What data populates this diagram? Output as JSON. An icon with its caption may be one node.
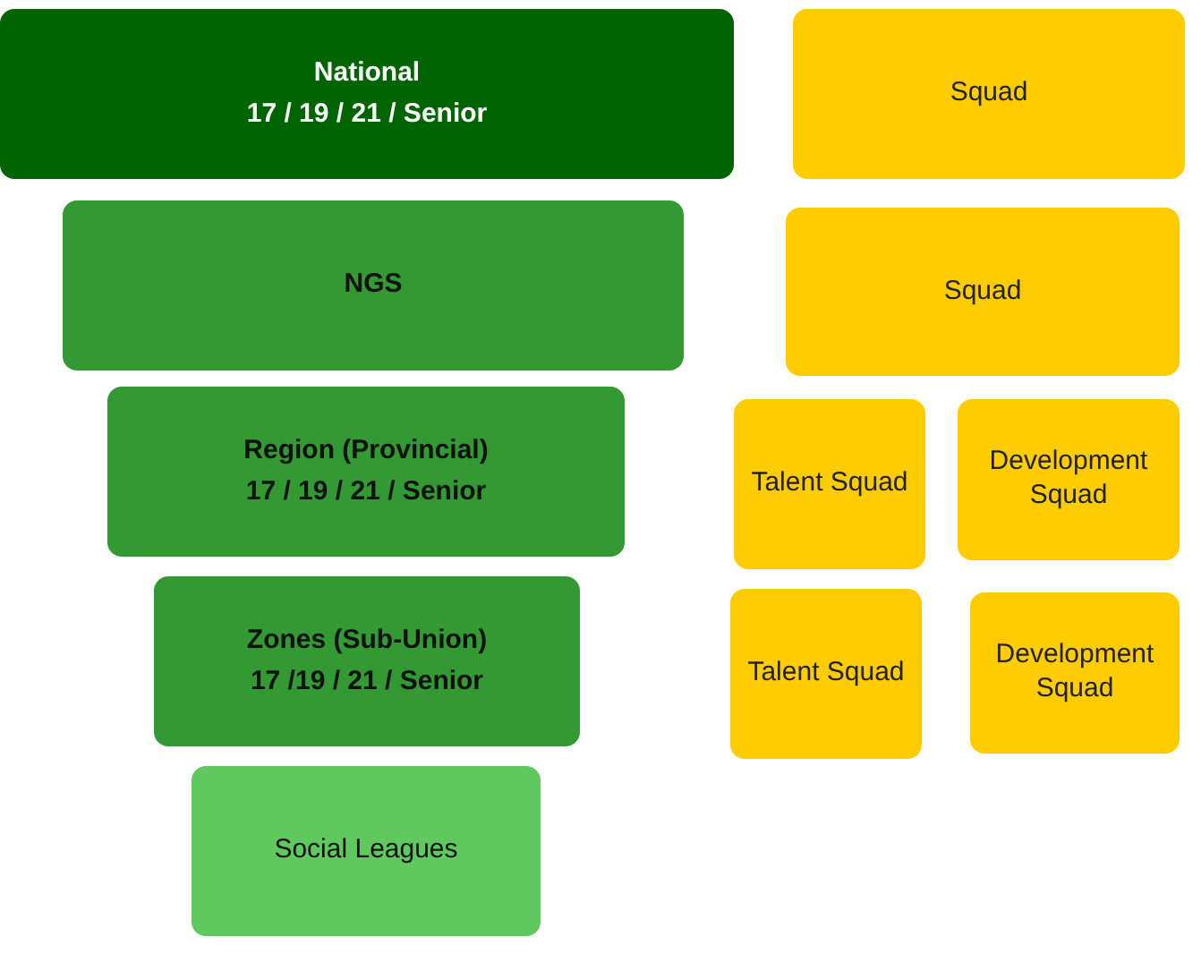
{
  "diagram": {
    "nodes": [
      {
        "text": [
          "National",
          "17 / 19 / 21 / Senior"
        ]
      },
      {
        "text": [
          "Squad"
        ]
      },
      {
        "text": [
          "NGS"
        ]
      },
      {
        "text": [
          "Squad"
        ]
      },
      {
        "text": [
          "Region (Provincial)",
          "17 / 19 / 21 / Senior"
        ]
      },
      {
        "text": [
          "Talent Squad"
        ]
      },
      {
        "text": [
          "Development Squad"
        ]
      },
      {
        "text": [
          "Zones (Sub-Union)",
          "17 /19 / 21 / Senior"
        ]
      },
      {
        "text": [
          "Talent Squad"
        ]
      },
      {
        "text": [
          "Development Squad"
        ]
      },
      {
        "text": [
          "Social Leagues"
        ]
      }
    ]
  }
}
